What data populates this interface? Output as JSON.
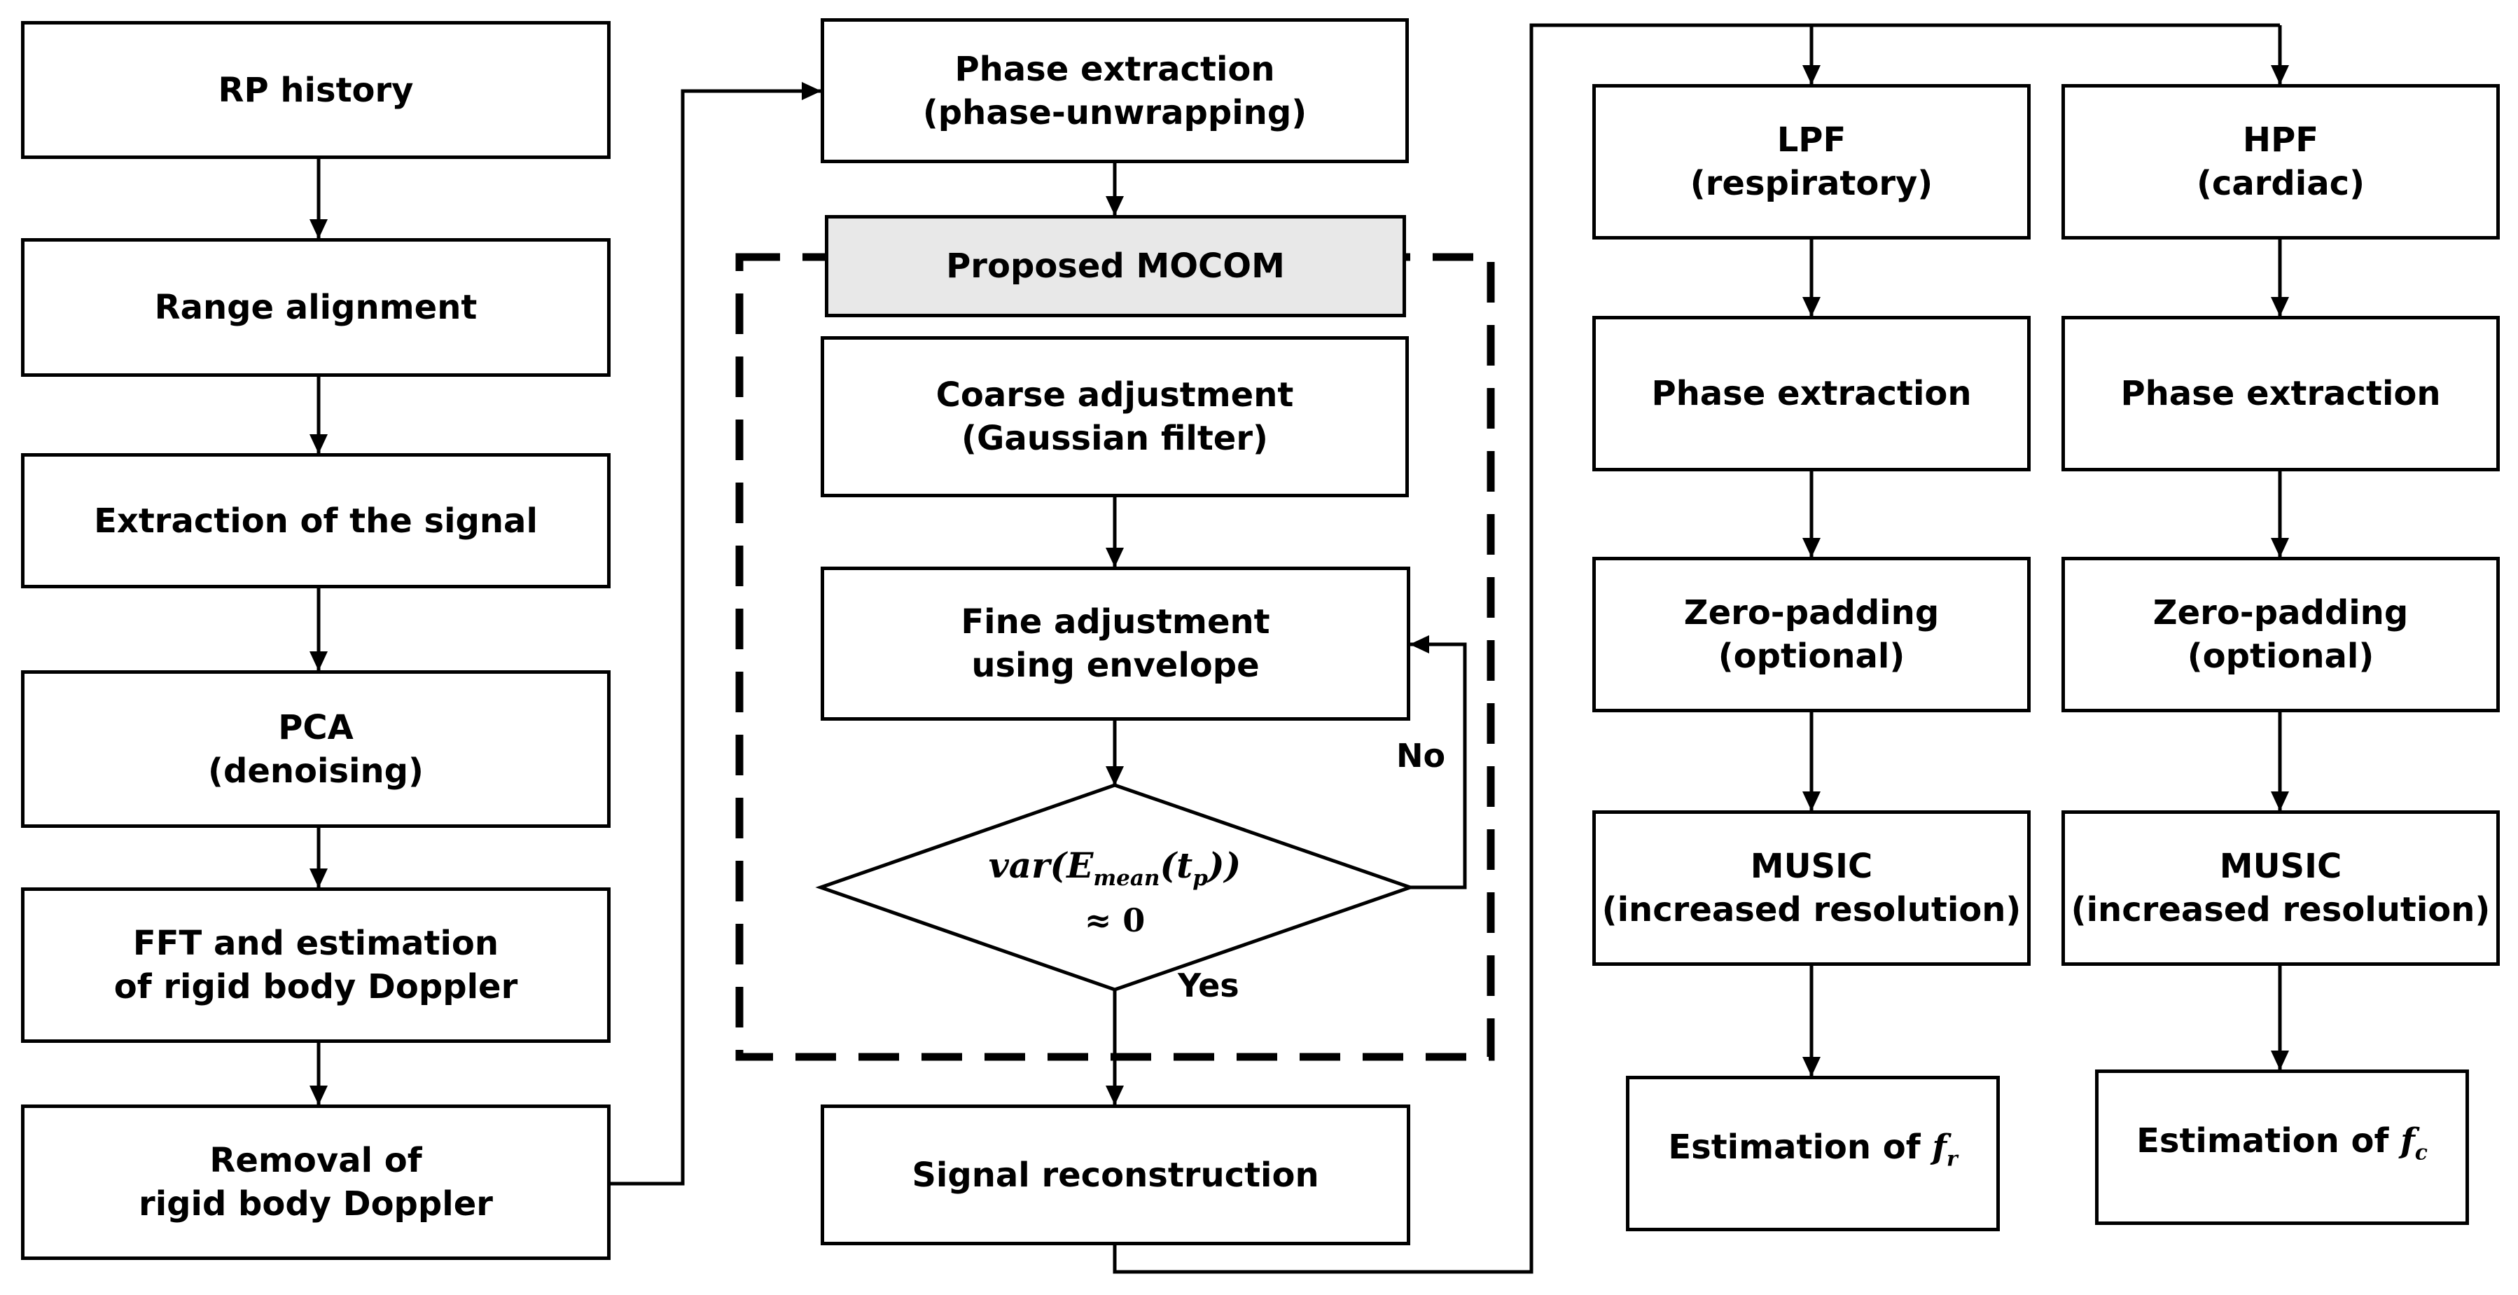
{
  "left_column": [
    {
      "id": "rp-history",
      "lines": [
        "RP history"
      ]
    },
    {
      "id": "range-alignment",
      "lines": [
        "Range alignment"
      ]
    },
    {
      "id": "extraction-signal",
      "lines": [
        "Extraction of the signal"
      ]
    },
    {
      "id": "pca",
      "lines": [
        "PCA",
        "(denoising)"
      ]
    },
    {
      "id": "fft-estimation",
      "lines": [
        "FFT and estimation",
        "of rigid body Doppler"
      ]
    },
    {
      "id": "removal-doppler",
      "lines": [
        "Removal of",
        "rigid body Doppler"
      ]
    }
  ],
  "middle_column": {
    "phase_extraction": [
      "Phase extraction",
      "(phase-unwrapping)"
    ],
    "mocom_title": "Proposed MOCOM",
    "coarse": [
      "Coarse adjustment",
      "(Gaussian filter)"
    ],
    "fine": [
      "Fine adjustment",
      "using envelope"
    ],
    "decision": {
      "fn": "var",
      "open1": "(",
      "e": "E",
      "e_sub": "mean",
      "open2": "(",
      "t": "t",
      "t_sub": "p",
      "close": "))",
      "line2": "≈ 0"
    },
    "no_label": "No",
    "yes_label": "Yes",
    "reconstruction": [
      "Signal reconstruction"
    ]
  },
  "right_columns": [
    {
      "id": "respiratory",
      "filter": [
        "LPF",
        "(respiratory)"
      ],
      "phase": [
        "Phase extraction"
      ],
      "zero_padding": [
        "Zero-padding",
        "(optional)"
      ],
      "music": [
        "MUSIC",
        "(increased resolution)"
      ],
      "estimation": {
        "prefix": "Estimation of ",
        "symbol": "f",
        "sub": "r"
      }
    },
    {
      "id": "cardiac",
      "filter": [
        "HPF",
        "(cardiac)"
      ],
      "phase": [
        "Phase extraction"
      ],
      "zero_padding": [
        "Zero-padding",
        "(optional)"
      ],
      "music": [
        "MUSIC",
        "(increased resolution)"
      ],
      "estimation": {
        "prefix": "Estimation of ",
        "symbol": "f",
        "sub": "c"
      }
    }
  ],
  "colors": {
    "stroke": "#000000",
    "mocom_fill": "#e8e8e8",
    "background": "#ffffff"
  }
}
